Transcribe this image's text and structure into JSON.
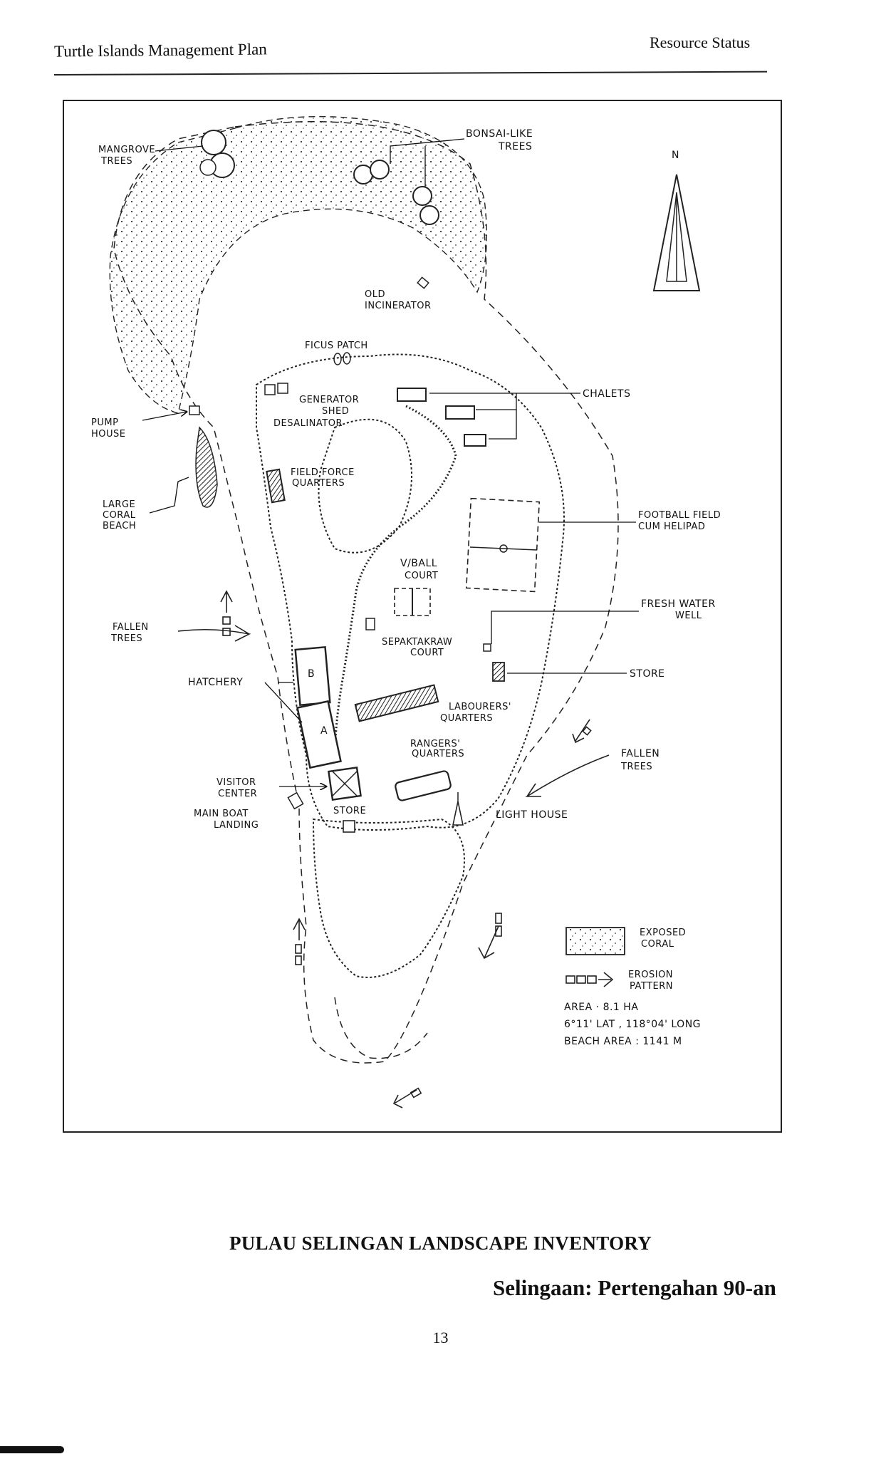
{
  "header": {
    "left": "Turtle Islands Management Plan",
    "right": "Resource Status"
  },
  "map": {
    "north_label": "N",
    "labels": {
      "mangrove": [
        "MANGROVE",
        "TREES"
      ],
      "bonsai": [
        "BONSAI-LIKE",
        "TREES"
      ],
      "incinerator": [
        "OLD",
        "INCINERATOR"
      ],
      "ficus": "FICUS PATCH",
      "generator": [
        "GENERATOR",
        "SHED"
      ],
      "desalinator": "DESALINATOR",
      "chalets": "CHALETS",
      "pump": [
        "PUMP",
        "HOUSE"
      ],
      "field_force": [
        "FIELD FORCE",
        "QUARTERS"
      ],
      "large_coral": [
        "LARGE",
        "CORAL",
        "BEACH"
      ],
      "football": [
        "FOOTBALL FIELD",
        "CUM HELIPAD"
      ],
      "vball": [
        "V/BALL",
        "COURT"
      ],
      "fresh_water": [
        "FRESH WATER",
        "WELL"
      ],
      "fallen_left": [
        "FALLEN",
        "TREES"
      ],
      "sepak": [
        "SEPAKTAKRAW",
        "COURT"
      ],
      "store_right": "STORE",
      "hatchery": "HATCHERY",
      "hatch_b": "B",
      "hatch_a": "A",
      "labourers": [
        "LABOURERS'",
        "QUARTERS"
      ],
      "rangers": [
        "RANGERS'",
        "QUARTERS"
      ],
      "fallen_right": [
        "FALLEN",
        "TREES"
      ],
      "visitor": [
        "VISITOR",
        "CENTER"
      ],
      "boat": [
        "MAIN BOAT",
        "LANDING"
      ],
      "store_bottom": "STORE",
      "lighthouse": "LIGHT HOUSE"
    },
    "legend": {
      "exposed_coral": [
        "EXPOSED",
        "CORAL"
      ],
      "erosion": [
        "EROSION",
        "PATTERN"
      ],
      "area": "AREA · 8.1 HA",
      "coords": "6°11' LAT , 118°04' LONG",
      "beach": "BEACH AREA : 1141 M"
    }
  },
  "caption": {
    "title": "PULAU SELINGAN LANDSCAPE INVENTORY",
    "subtitle": "Selingaan: Pertengahan 90-an"
  },
  "page_number": "13"
}
